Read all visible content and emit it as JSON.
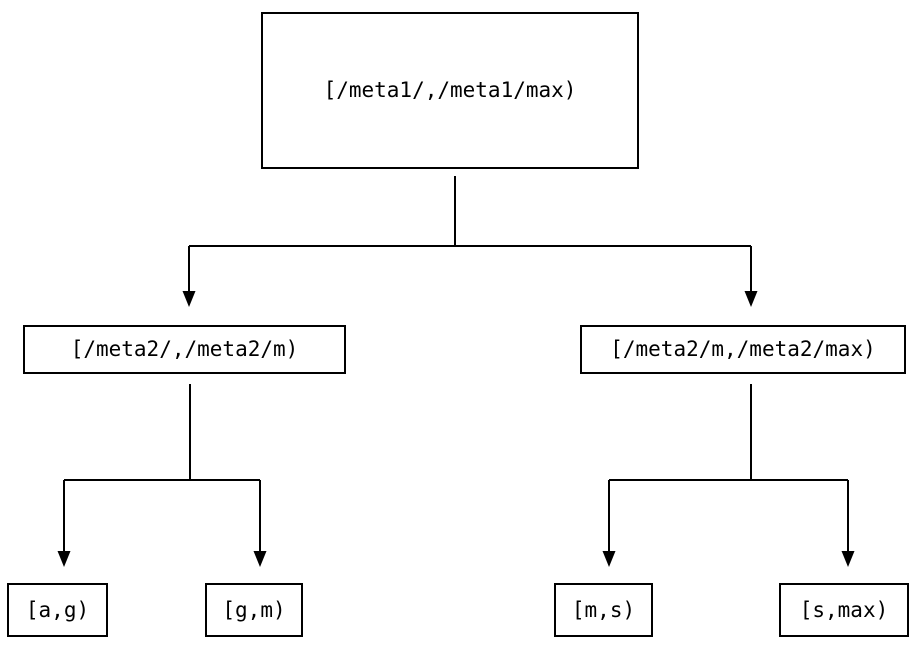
{
  "diagram": {
    "kind": "binary-interval-tree",
    "background_color": "#ffffff",
    "line_color": "#000000",
    "text_color": "#000000",
    "nodes": {
      "root": {
        "label": "[/meta1/,/meta1/max)"
      },
      "left": {
        "label": "[/meta2/,/meta2/m)"
      },
      "right": {
        "label": "[/meta2/m,/meta2/max)"
      },
      "left_left": {
        "label": "[a,g)"
      },
      "left_right": {
        "label": "[g,m)"
      },
      "right_left": {
        "label": "[m,s)"
      },
      "right_right": {
        "label": "[s,max)"
      }
    },
    "edges": [
      {
        "from": "root",
        "to": "left"
      },
      {
        "from": "root",
        "to": "right"
      },
      {
        "from": "left",
        "to": "left_left"
      },
      {
        "from": "left",
        "to": "left_right"
      },
      {
        "from": "right",
        "to": "right_left"
      },
      {
        "from": "right",
        "to": "right_right"
      }
    ]
  }
}
